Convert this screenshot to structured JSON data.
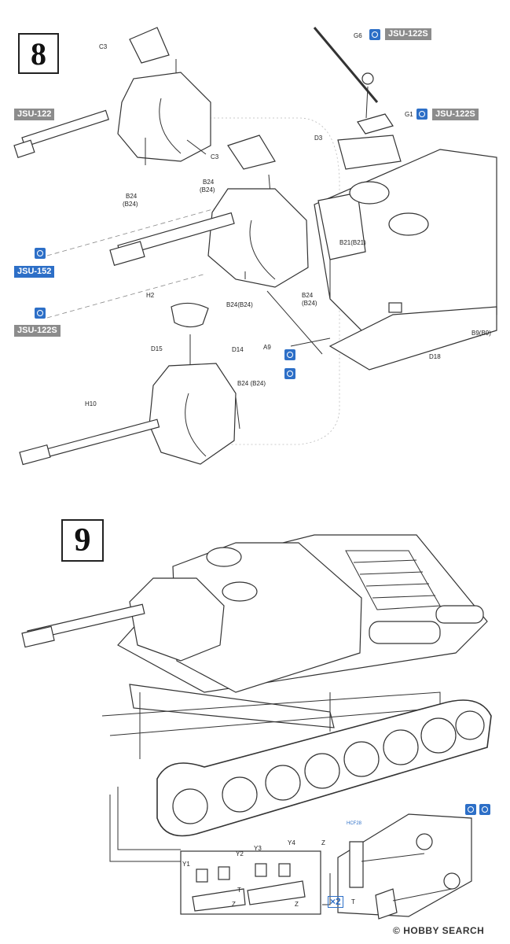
{
  "steps": {
    "step8": "8",
    "step9": "9"
  },
  "variant_tags": {
    "jsu122": "JSU-122",
    "jsu152": "JSU-152",
    "jsu122s_left": "JSU-122S",
    "jsu122s_g6": "JSU-122S",
    "jsu122s_g1": "JSU-122S"
  },
  "part_labels": {
    "c3_top": "C3",
    "c3_mid": "C3",
    "g6": "G6",
    "g1": "G1",
    "d3": "D3",
    "b24_a": "B24",
    "b24_a2": "(B24)",
    "b24_b": "B24",
    "b24_b2": "(B24)",
    "b21": "B21(B21)",
    "b24_c": "B24(B24)",
    "b24_d": "B24",
    "b24_d2": "(B24)",
    "a9": "A9",
    "h2": "H2",
    "d15": "D15",
    "d14": "D14",
    "b24_e": "B24 (B24)",
    "h10": "H10",
    "b9": "B9(B9)",
    "d18": "D18",
    "y1": "Y1",
    "y2": "Y2",
    "y3": "Y3",
    "y4": "Y4",
    "t_a": "T",
    "t_b": "T",
    "z_a": "Z",
    "z_b": "Z",
    "z_c": "Z",
    "hcl_code": "HCF28",
    "x2": "×2"
  },
  "watermark": {
    "brand": "HOBBY SEARCH",
    "copyright": "©"
  },
  "icons": [
    "glue-icon",
    "paint-icon",
    "cement-icon",
    "separate-icon"
  ],
  "colors": {
    "accent_blue": "#2d6fc7",
    "tag_grey": "#8c8c8c",
    "line": "#333333"
  }
}
